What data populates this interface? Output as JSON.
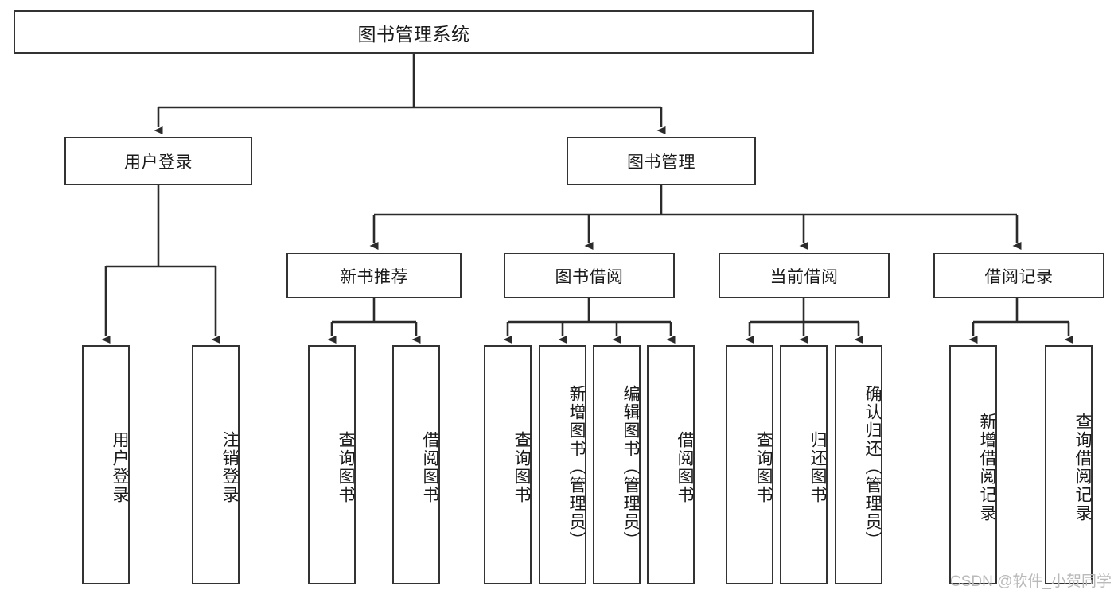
{
  "diagram": {
    "title": "图书管理系统",
    "type": "tree",
    "root": {
      "label": "图书管理系统"
    },
    "level2": [
      {
        "id": "user-login",
        "label": "用户登录"
      },
      {
        "id": "book-management",
        "label": "图书管理"
      }
    ],
    "level3": [
      {
        "id": "new-book-recommend",
        "label": "新书推荐",
        "parent": "book-management"
      },
      {
        "id": "book-borrow",
        "label": "图书借阅",
        "parent": "book-management"
      },
      {
        "id": "current-borrow",
        "label": "当前借阅",
        "parent": "book-management"
      },
      {
        "id": "borrow-record",
        "label": "借阅记录",
        "parent": "book-management"
      }
    ],
    "leaves": {
      "user-login": [
        {
          "id": "leaf-user-login",
          "label": "用户登录"
        },
        {
          "id": "leaf-logout-login",
          "label": "注销登录"
        }
      ],
      "new-book-recommend": [
        {
          "id": "leaf-query-book-1",
          "label": "查询图书"
        },
        {
          "id": "leaf-borrow-book-1",
          "label": "借阅图书"
        }
      ],
      "book-borrow": [
        {
          "id": "leaf-query-book-2",
          "label": "查询图书"
        },
        {
          "id": "leaf-add-book",
          "label": "新增图书（管理员）"
        },
        {
          "id": "leaf-edit-book",
          "label": "编辑图书（管理员）"
        },
        {
          "id": "leaf-borrow-book-2",
          "label": "借阅图书"
        }
      ],
      "current-borrow": [
        {
          "id": "leaf-query-book-3",
          "label": "查询图书"
        },
        {
          "id": "leaf-return-book",
          "label": "归还图书"
        },
        {
          "id": "leaf-confirm-return",
          "label": "确认归还（管理员）"
        }
      ],
      "borrow-record": [
        {
          "id": "leaf-add-record",
          "label": "新增借阅记录"
        },
        {
          "id": "leaf-query-record",
          "label": "查询借阅记录"
        }
      ]
    }
  },
  "watermark": {
    "text": "CSDN @软件_小贺同学"
  },
  "colors": {
    "box_border": "#333333",
    "box_fill": "#ffffff",
    "edge": "#2b2b2b",
    "text": "#1a1a1a",
    "watermark": "#b9b9b9"
  }
}
